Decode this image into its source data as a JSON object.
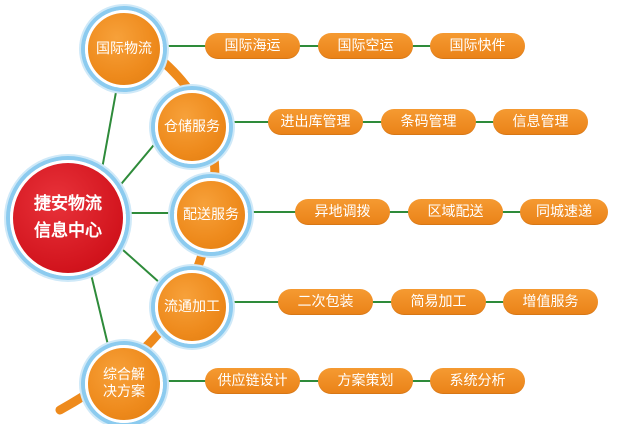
{
  "center": {
    "line1": "捷安物流",
    "line2": "信息中心"
  },
  "branches": [
    {
      "line1": "国际物流",
      "line2": "",
      "items": [
        "国际海运",
        "国际空运",
        "国际快件"
      ]
    },
    {
      "line1": "仓储服务",
      "line2": "",
      "items": [
        "进出库管理",
        "条码管理",
        "信息管理"
      ]
    },
    {
      "line1": "配送服务",
      "line2": "",
      "items": [
        "异地调拨",
        "区域配送",
        "同城速递"
      ]
    },
    {
      "line1": "流通加工",
      "line2": "",
      "items": [
        "二次包装",
        "简易加工",
        "增值服务"
      ]
    },
    {
      "line1": "综合解",
      "line2": "决方案",
      "items": [
        "供应链设计",
        "方案策划",
        "系统分析"
      ]
    }
  ],
  "colors": {
    "orange": "#ee8a1c",
    "red": "#d2141d",
    "connector": "#2e8b3a",
    "ring": "#8ccbef"
  }
}
